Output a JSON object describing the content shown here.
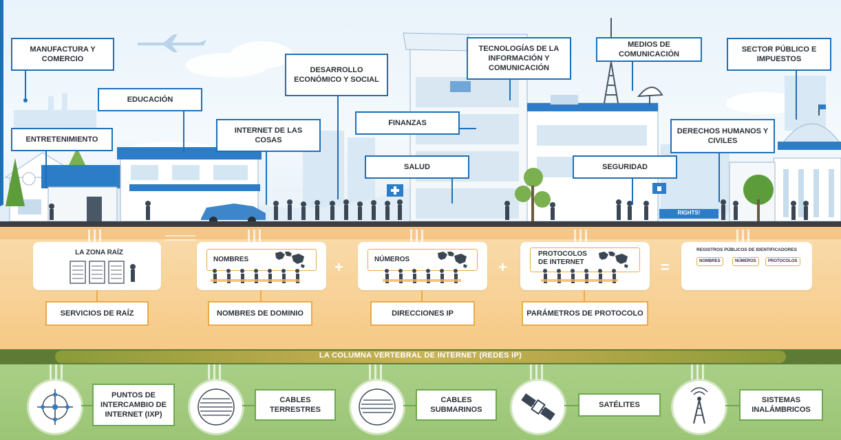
{
  "colors": {
    "blue": "#1d6fb8",
    "orange": "#e9a94b",
    "green": "#6aa84f",
    "backbone": "#5e7b35"
  },
  "city_labels": {
    "manufactura": "MANUFACTURA Y COMERCIO",
    "educacion": "EDUCACIÓN",
    "entretenimiento": "ENTRETENIMIENTO",
    "iot": "INTERNET DE LAS COSAS",
    "desarrollo": "DESARROLLO ECONÓMICO Y SOCIAL",
    "tic": "TECNOLOGÍAS DE LA INFORMACIÓN Y COMUNICACIÓN",
    "finanzas": "FINANZAS",
    "salud": "SALUD",
    "medios": "MEDIOS DE COMUNICACIÓN",
    "seguridad": "SEGURIDAD",
    "sector_publico": "SECTOR PÚBLICO E IMPUESTOS",
    "derechos": "DERECHOS HUMANOS Y CIVILES",
    "rights_banner": "RIGHTS!"
  },
  "identifier_layer": {
    "root_zone": "LA ZONA RAÍZ",
    "names": "NOMBRES",
    "numbers": "NÚMEROS",
    "protocols": "PROTOCOLOS DE INTERNET",
    "registries": "REGISTROS PÚBLICOS DE IDENTIFICADORES",
    "registry_names": "NOMBRES",
    "registry_numbers": "NÚMEROS",
    "registry_protocols": "PROTOCOLOS",
    "plus": "+",
    "equals": "=",
    "root_services": "SERVICIOS DE RAÍZ",
    "domain_names": "NOMBRES DE DOMINIO",
    "ip_addresses": "DIRECCIONES IP",
    "protocol_params": "PARÁMETROS DE PROTOCOLO"
  },
  "backbone": "LA COLUMNA VERTEBRAL DE INTERNET (REDES IP)",
  "infrastructure": {
    "ixp": "PUNTOS DE INTERCAMBIO DE INTERNET (IXP)",
    "terrestrial": "CABLES TERRESTRES",
    "submarine": "CABLES SUBMARINOS",
    "satellites": "SATÉLITES",
    "wireless": "SISTEMAS INALÁMBRICOS"
  }
}
